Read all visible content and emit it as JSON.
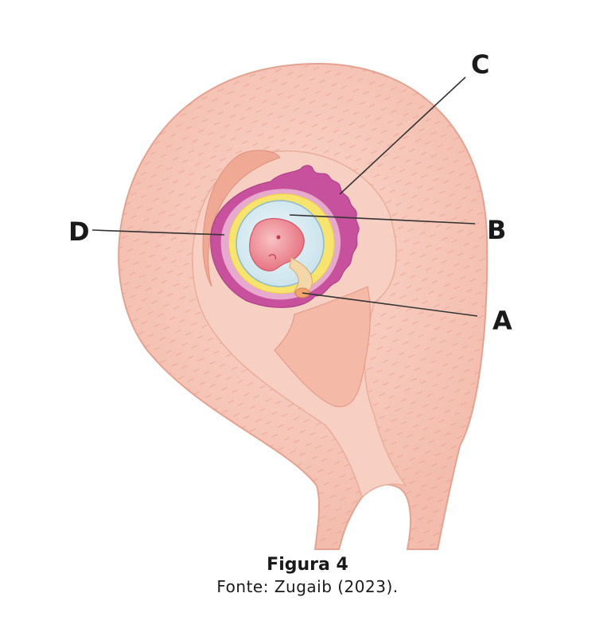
{
  "figure": {
    "labels": {
      "a": "A",
      "b": "B",
      "c": "C",
      "d": "D"
    },
    "caption": {
      "title": "Figura 4",
      "source": "Fonte: Zugaib (2023)."
    }
  },
  "colors": {
    "uterus_wall": "#f7c6b9",
    "uterus_outline": "#e4a291",
    "decidua": "#f4b6a4",
    "chorion_villi": "#c8519e",
    "yolk_layer": "#f7e46f",
    "amniotic_fluid": "#d9ecf2",
    "embryo": "#f08a93",
    "leader_line": "#333333"
  }
}
